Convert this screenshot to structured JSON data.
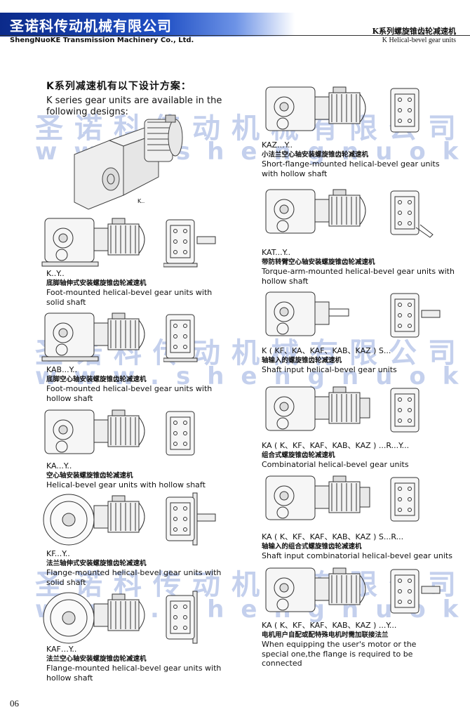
{
  "header": {
    "company_cn": "圣诺科传动机械有限公司",
    "company_en": "ShengNuoKE Transmission Machinery Co., Ltd.",
    "series_cn": "K系列螺旋锥齿轮减速机",
    "series_en": "K Helical-bevel gear units"
  },
  "watermark": {
    "cn": "圣诺科传动机械有限公司",
    "url": "www.shengnuoke.com"
  },
  "intro": {
    "cn": "K系列减速机有以下设计方案：",
    "en": "K series gear units are available in the following designs:",
    "image_label": "K.."
  },
  "designs": [
    {
      "code": "K..Y..",
      "cn": "底脚轴伸式安装螺旋锥齿轮减速机",
      "en": "Foot-mounted helical-bevel gear units with solid shaft"
    },
    {
      "code": "KAB...Y..",
      "cn": "底脚空心轴安装螺旋锥齿轮减速机",
      "en": "Foot-mounted helical-bevel gear units with hollow shaft"
    },
    {
      "code": "KA...Y..",
      "cn": "空心轴安装螺旋锥齿轮减速机",
      "en": "Helical-bevel gear units with hollow shaft"
    },
    {
      "code": "KF...Y..",
      "cn": "法兰轴伸式安装螺旋锥齿轮减速机",
      "en": "Flange-mounted helical-bevel gear units with solid shaft"
    },
    {
      "code": "KAF…Y..",
      "cn": "法兰空心轴安装螺旋锥齿轮减速机",
      "en": "Flange-mounted helical-bevel gear units with hollow shaft"
    },
    {
      "code": "KAZ...Y..",
      "cn": "小法兰空心轴安装螺旋锥齿轮减速机",
      "en": "Short-flange-mounted helical-bevel gear units with hollow shaft"
    },
    {
      "code": "KAT...Y..",
      "cn": "带防转臂空心轴安装螺旋锥齿轮减速机",
      "en": "Torque-arm-mounted helical-bevel gear units with hollow shaft"
    },
    {
      "code": "K ( KF、KA、KAF、KAB、KAZ ) S...",
      "cn": "轴输入的螺旋锥齿轮减速机",
      "en": "Shaft input helical-bevel gear units"
    },
    {
      "code": "KA ( K、KF、KAF、KAB、KAZ ) ...R...Y...",
      "cn": "组合式螺旋锥齿轮减速机",
      "en": "Combinatorial helical-bevel gear units"
    },
    {
      "code": "KA ( K、KF、KAF、KAB、KAZ ) S...R...",
      "cn": "轴输入的组合式螺旋锥齿轮减速机",
      "en": "Shaft input combinatorial helical-bevel gear units"
    },
    {
      "code": "KA ( K、KF、KAF、KAB、KAZ ) ...Y...",
      "cn": "电机用户自配或配特殊电机时需加联接法兰",
      "en": "When equipping the user's motor or the special one,the flange is required to be connected"
    }
  ],
  "page_number": "06",
  "colors": {
    "header_blue": "#1f4fc4",
    "watermark_blue": "#466ec8"
  }
}
